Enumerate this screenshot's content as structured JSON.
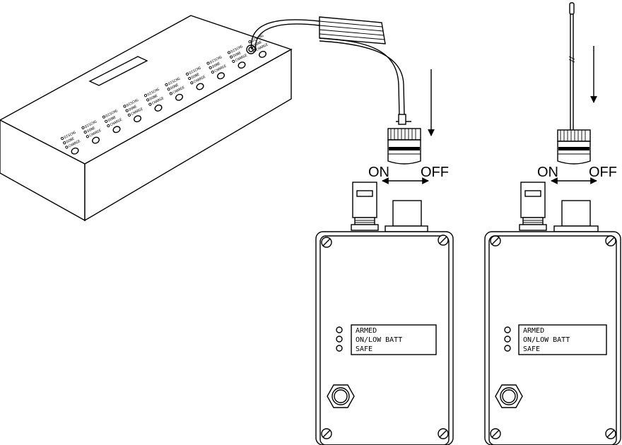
{
  "console": {
    "channels": [
      {
        "label": "DISCHG",
        "done": "DONE",
        "charge": "CHARGE"
      },
      {
        "label": "DISCHG",
        "done": "DONE",
        "charge": "CHARGE"
      },
      {
        "label": "DISCHG",
        "done": "DONE",
        "charge": "CHARGE"
      },
      {
        "label": "DISCHG",
        "done": "DONE",
        "charge": "CHARGE"
      },
      {
        "label": "DISCHG",
        "done": "DONE",
        "charge": "CHARGE"
      },
      {
        "label": "DISCHG",
        "done": "DONE",
        "charge": "CHARGE"
      },
      {
        "label": "DISCHG",
        "done": "DONE",
        "charge": "CHARGE"
      },
      {
        "label": "DISCHG",
        "done": "DONE",
        "charge": "CHARGE"
      },
      {
        "label": "DISCHG",
        "done": "DONE",
        "charge": "CHARGE"
      },
      {
        "label": "DISCHG",
        "done": "DONE",
        "charge": "CHARGE"
      }
    ]
  },
  "units": [
    {
      "switch": {
        "on": "ON",
        "off": "OFF"
      },
      "status": [
        "ARMED",
        "ON/LOW BATT",
        "SAFE"
      ]
    },
    {
      "switch": {
        "on": "ON",
        "off": "OFF"
      },
      "status": [
        "ARMED",
        "ON/LOW BATT",
        "SAFE"
      ]
    }
  ]
}
